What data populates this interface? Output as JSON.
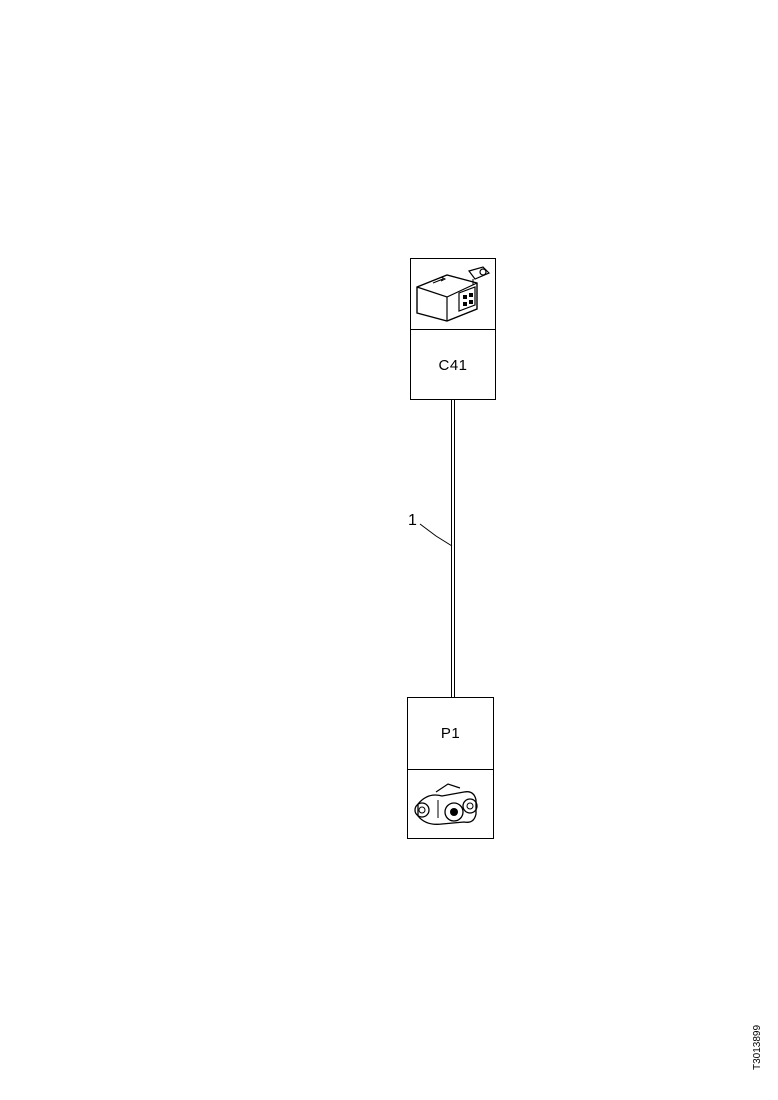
{
  "components": [
    {
      "id": "c41",
      "label": "C41",
      "icon": "control-unit-icon"
    },
    {
      "id": "p1",
      "label": "P1",
      "icon": "pump-icon"
    }
  ],
  "wire": {
    "callout": "1"
  },
  "reference_code": "T3013899"
}
